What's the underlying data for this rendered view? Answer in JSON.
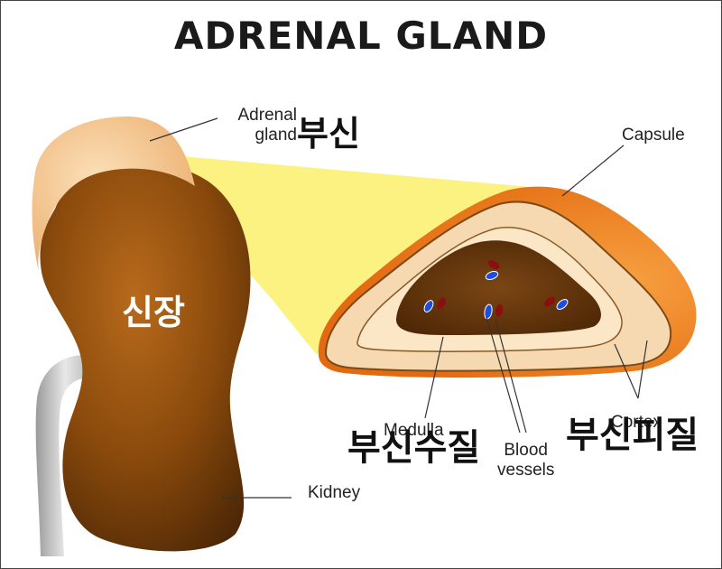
{
  "title": "ADRENAL GLAND",
  "labels": {
    "adrenal_gland_line1": "Adrenal",
    "adrenal_gland_line2": "gland",
    "capsule": "Capsule",
    "medulla": "Medulla",
    "blood_vessels_line1": "Blood",
    "blood_vessels_line2": "vessels",
    "cortex": "Cortex",
    "kidney": "Kidney"
  },
  "korean_labels": {
    "adrenal_gland": "부신",
    "kidney": "신장",
    "medulla": "부신수질",
    "cortex": "부신피질"
  },
  "colors": {
    "kidney": "#8a4a0c",
    "adrenal": "#f4c890",
    "highlight": "#fbf17a",
    "capsule": "#f08a1e",
    "cortex": "#f6d9b0",
    "medulla": "#6a3a10",
    "vessel_red": "#8b0f0f",
    "vessel_blue": "#1e4ee0"
  }
}
